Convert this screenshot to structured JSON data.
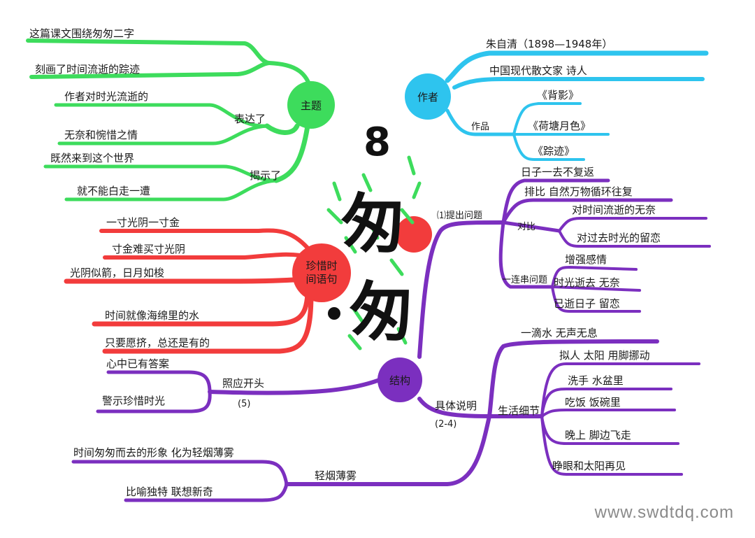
{
  "title": {
    "number": "8",
    "chars": [
      "匆",
      "匆"
    ]
  },
  "colors": {
    "green": "#3ddc5c",
    "red": "#f23c3c",
    "blue": "#2ec4ee",
    "purple": "#7b2fbf"
  },
  "nodes": {
    "theme": {
      "label": "主题",
      "color": "#3ddc5c"
    },
    "author": {
      "label": "作者",
      "color": "#2ec4ee"
    },
    "cherish": {
      "line1": "珍惜时",
      "line2": "间语句",
      "color": "#f23c3c"
    },
    "structure": {
      "label": "结构",
      "color": "#7b2fbf"
    }
  },
  "theme_branch": {
    "lines": [
      "这篇课文围绕匆匆二字",
      "刻画了时间流逝的踪迹",
      "作者对时光流逝的",
      "无奈和惋惜之情",
      "既然来到这个世界",
      "就不能白走一遭"
    ],
    "expressed": "表达了",
    "revealed": "揭示了"
  },
  "author_branch": {
    "name": "朱自清（1898—1948年）",
    "identity": "中国现代散文家 诗人",
    "works_label": "作品",
    "works": [
      "《背影》",
      "《荷塘月色》",
      "《踪迹》"
    ]
  },
  "cherish_branch": {
    "quotes": [
      "一寸光阴一寸金",
      "寸金难买寸光阴",
      "光阴似箭，日月如梭",
      "时间就像海绵里的水",
      "只要愿挤，总还是有的"
    ]
  },
  "structure_branch": {
    "questions": {
      "label": "⑴提出问题",
      "first": "日子一去不复返",
      "parallel": "排比 自然万物循环往复",
      "contrast_label": "对比",
      "contrast": [
        "对时间流逝的无奈",
        "对过去时光的留恋"
      ],
      "series_label": "一连串问题",
      "series": [
        "增强感情",
        "时光逝去 无奈",
        "已逝日子 留恋"
      ]
    },
    "detail": {
      "label": "具体说明",
      "range": "(2-4)",
      "water": "一滴水 无声无息",
      "life_label": "生活细节",
      "life": [
        "拟人 太阳 用脚挪动",
        "洗手 水盆里",
        "吃饭 饭碗里",
        "晚上 脚边飞走",
        "睁眼和太阳再见"
      ]
    },
    "echo": {
      "label": "照应开头",
      "range": "(5)",
      "items": [
        "心中已有答案",
        "警示珍惜时光"
      ]
    },
    "smoke": {
      "label": "轻烟薄雾",
      "items": [
        "时间匆匆而去的形象 化为轻烟薄雾",
        "比喻独特 联想新奇"
      ]
    }
  },
  "watermark": "www.swdtdq.com"
}
